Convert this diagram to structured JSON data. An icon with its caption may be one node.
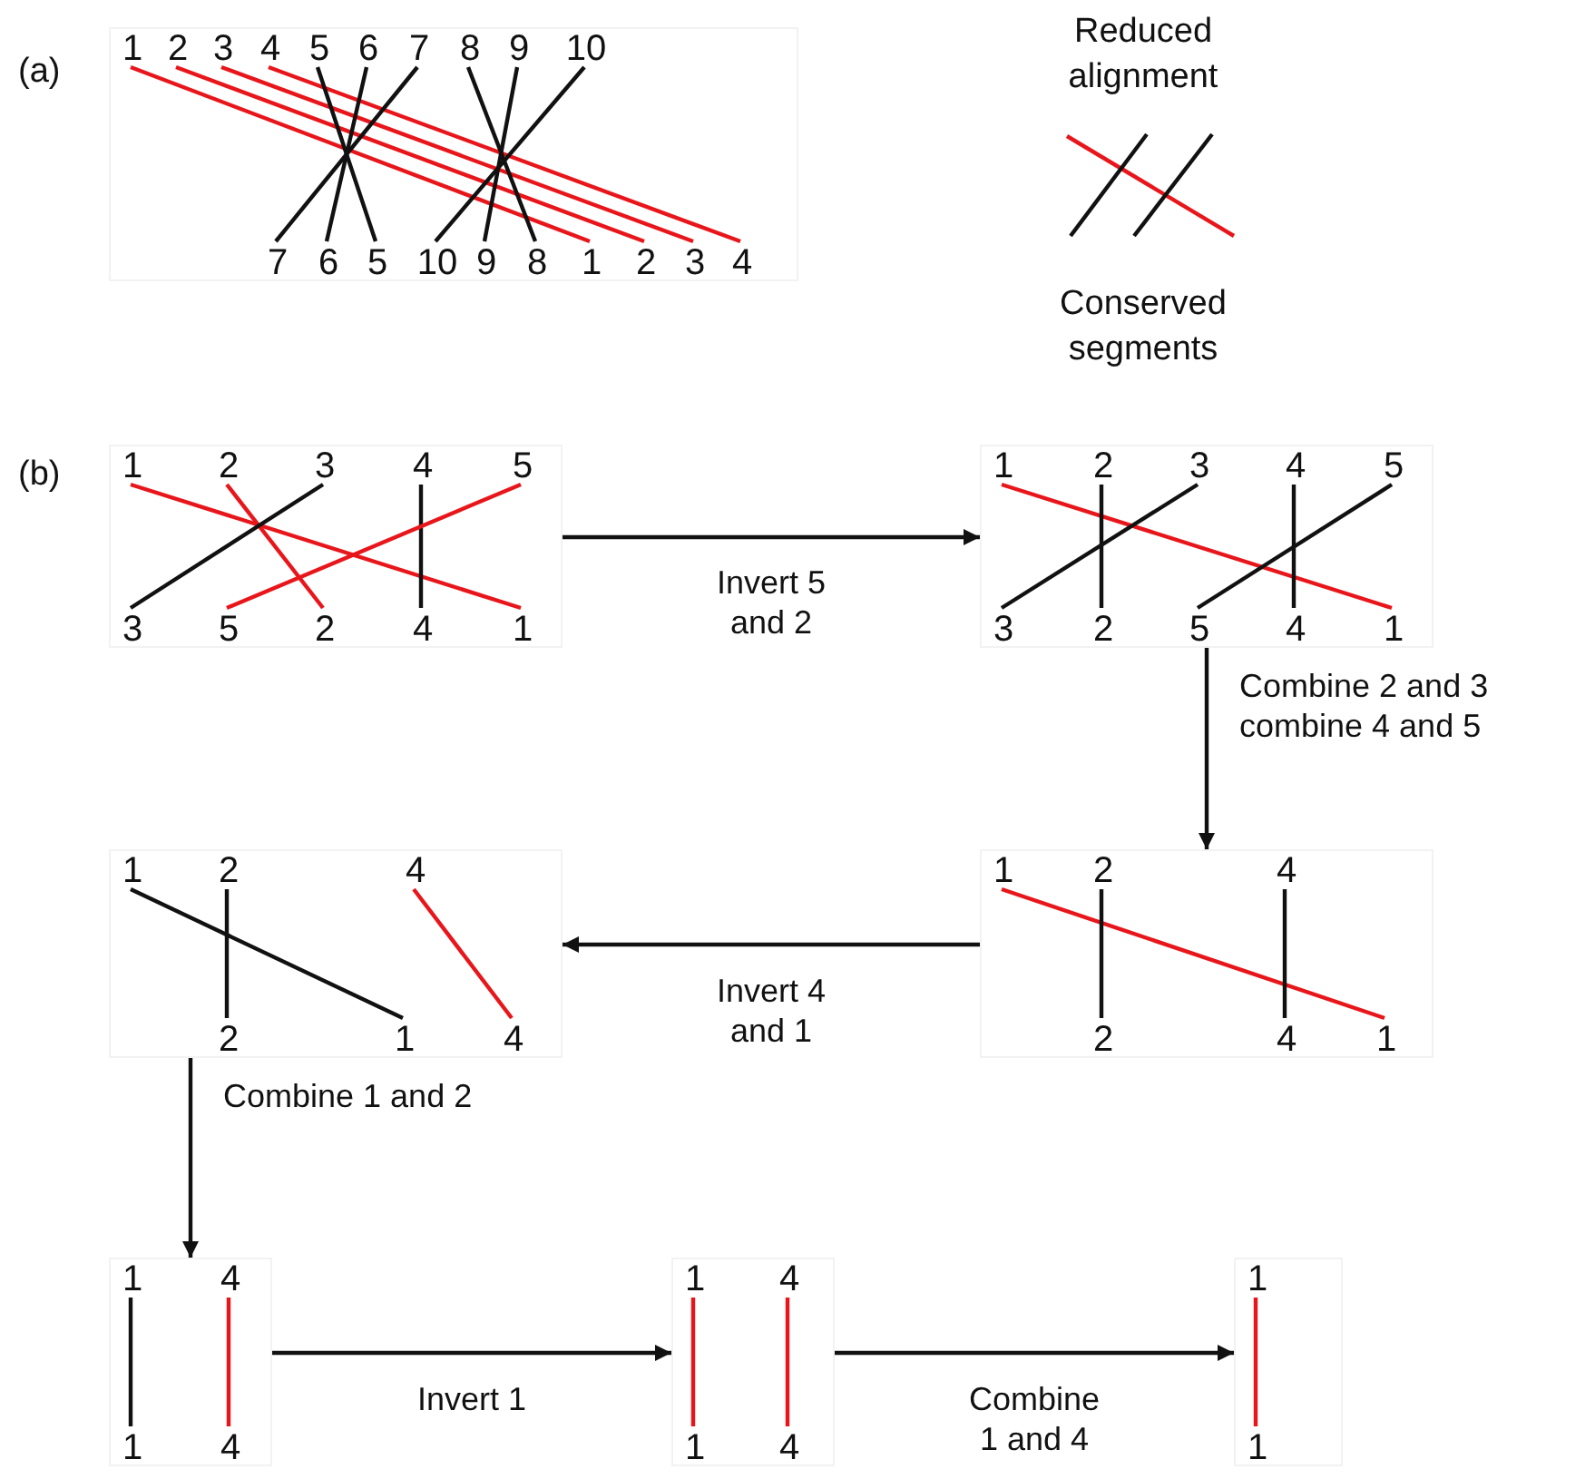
{
  "diagram": {
    "nodes": [
      {
        "text": [],
        "shape": "box"
      },
      {
        "text": [
          "1"
        ],
        "in": 0
      },
      {
        "text": [
          "2"
        ],
        "in": 0
      },
      {
        "text": [
          "3"
        ],
        "in": 0
      },
      {
        "text": [
          "4"
        ],
        "in": 0
      },
      {
        "text": [
          "5"
        ],
        "in": 0
      },
      {
        "text": [
          "6"
        ],
        "in": 0
      },
      {
        "text": [
          "7"
        ],
        "in": 0
      },
      {
        "text": [
          "8"
        ],
        "in": 0
      },
      {
        "text": [
          "9"
        ],
        "in": 0
      },
      {
        "text": [
          "10"
        ],
        "in": 0
      },
      {
        "text": [
          "7"
        ],
        "in": 0
      },
      {
        "text": [
          "6"
        ],
        "in": 0
      },
      {
        "text": [
          "5"
        ],
        "in": 0
      },
      {
        "text": [
          "10"
        ],
        "in": 0
      },
      {
        "text": [
          "9"
        ],
        "in": 0
      },
      {
        "text": [
          "8"
        ],
        "in": 0
      },
      {
        "text": [
          "1"
        ],
        "in": 0
      },
      {
        "text": [
          "2"
        ],
        "in": 0
      },
      {
        "text": [
          "3"
        ],
        "in": 0
      },
      {
        "text": [
          "4"
        ],
        "in": 0
      },
      {
        "text": [],
        "shape": "box"
      },
      {
        "text": [
          "1"
        ],
        "in": 21
      },
      {
        "text": [
          "2"
        ],
        "in": 21
      },
      {
        "text": [
          "3"
        ],
        "in": 21
      },
      {
        "text": [
          "4"
        ],
        "in": 21
      },
      {
        "text": [
          "5"
        ],
        "in": 21
      },
      {
        "text": [
          "3"
        ],
        "in": 21
      },
      {
        "text": [
          "5"
        ],
        "in": 21
      },
      {
        "text": [
          "2"
        ],
        "in": 21
      },
      {
        "text": [
          "4"
        ],
        "in": 21
      },
      {
        "text": [
          "1"
        ],
        "in": 21
      },
      {
        "text": [],
        "shape": "box"
      },
      {
        "text": [
          "1"
        ],
        "in": 32
      },
      {
        "text": [
          "2"
        ],
        "in": 32
      },
      {
        "text": [
          "3"
        ],
        "in": 32
      },
      {
        "text": [
          "4"
        ],
        "in": 32
      },
      {
        "text": [
          "5"
        ],
        "in": 32
      },
      {
        "text": [
          "3"
        ],
        "in": 32
      },
      {
        "text": [
          "2"
        ],
        "in": 32
      },
      {
        "text": [
          "5"
        ],
        "in": 32
      },
      {
        "text": [
          "4"
        ],
        "in": 32
      },
      {
        "text": [
          "1"
        ],
        "in": 32
      },
      {
        "text": [],
        "shape": "box"
      },
      {
        "text": [
          "1"
        ],
        "in": 43
      },
      {
        "text": [
          "2"
        ],
        "in": 43
      },
      {
        "text": [
          "4"
        ],
        "in": 43
      },
      {
        "text": [
          "2"
        ],
        "in": 43
      },
      {
        "text": [
          "4"
        ],
        "in": 43
      },
      {
        "text": [
          "1"
        ],
        "in": 43
      },
      {
        "text": [],
        "shape": "box"
      },
      {
        "text": [
          "1"
        ],
        "in": 50
      },
      {
        "text": [
          "2"
        ],
        "in": 50
      },
      {
        "text": [
          "4"
        ],
        "in": 50
      },
      {
        "text": [
          "2"
        ],
        "in": 50
      },
      {
        "text": [
          "1"
        ],
        "in": 50
      },
      {
        "text": [
          "4"
        ],
        "in": 50
      },
      {
        "text": [],
        "shape": "box"
      },
      {
        "text": [
          "1"
        ],
        "in": 57
      },
      {
        "text": [
          "4"
        ],
        "in": 57
      },
      {
        "text": [
          "1"
        ],
        "in": 57
      },
      {
        "text": [
          "4"
        ],
        "in": 57
      },
      {
        "text": [],
        "shape": "box"
      },
      {
        "text": [
          "1"
        ],
        "in": 62
      },
      {
        "text": [
          "4"
        ],
        "in": 62
      },
      {
        "text": [
          "1"
        ],
        "in": 62
      },
      {
        "text": [
          "4"
        ],
        "in": 62
      },
      {
        "text": [],
        "shape": "box"
      },
      {
        "text": [
          "1"
        ],
        "in": 67
      },
      {
        "text": [
          "1"
        ],
        "in": 67
      }
    ],
    "edges": [
      {
        "from": 1,
        "to": 17,
        "arrow": "none",
        "color": "#e8161b"
      },
      {
        "from": 2,
        "to": 18,
        "arrow": "none",
        "color": "#e8161b"
      },
      {
        "from": 3,
        "to": 19,
        "arrow": "none",
        "color": "#e8161b"
      },
      {
        "from": 4,
        "to": 20,
        "arrow": "none",
        "color": "#e8161b"
      },
      {
        "from": 5,
        "to": 13,
        "arrow": "none"
      },
      {
        "from": 6,
        "to": 12,
        "arrow": "none"
      },
      {
        "from": 7,
        "to": 11,
        "arrow": "none"
      },
      {
        "from": 8,
        "to": 16,
        "arrow": "none"
      },
      {
        "from": 9,
        "to": 15,
        "arrow": "none"
      },
      {
        "from": 10,
        "to": 14,
        "arrow": "none"
      },
      {
        "from": 22,
        "to": 31,
        "arrow": "none",
        "color": "#e8161b"
      },
      {
        "from": 23,
        "to": 29,
        "arrow": "none",
        "color": "#e8161b"
      },
      {
        "from": 24,
        "to": 27,
        "arrow": "none"
      },
      {
        "from": 25,
        "to": 30,
        "arrow": "none"
      },
      {
        "from": 26,
        "to": 28,
        "arrow": "none",
        "color": "#e8161b"
      },
      {
        "from": 33,
        "to": 42,
        "arrow": "none",
        "color": "#e8161b"
      },
      {
        "from": 34,
        "to": 39,
        "arrow": "none"
      },
      {
        "from": 35,
        "to": 38,
        "arrow": "none"
      },
      {
        "from": 36,
        "to": 41,
        "arrow": "none"
      },
      {
        "from": 37,
        "to": 40,
        "arrow": "none"
      },
      {
        "from": 44,
        "to": 49,
        "arrow": "none",
        "color": "#e8161b"
      },
      {
        "from": 45,
        "to": 47,
        "arrow": "none"
      },
      {
        "from": 46,
        "to": 48,
        "arrow": "none"
      },
      {
        "from": 51,
        "to": 55,
        "arrow": "none"
      },
      {
        "from": 52,
        "to": 54,
        "arrow": "none"
      },
      {
        "from": 53,
        "to": 56,
        "arrow": "none",
        "color": "#e8161b"
      },
      {
        "from": 58,
        "to": 60,
        "arrow": "none"
      },
      {
        "from": 59,
        "to": 61,
        "arrow": "none",
        "color": "#e8161b"
      },
      {
        "from": 63,
        "to": 65,
        "arrow": "none",
        "color": "#e8161b"
      },
      {
        "from": 64,
        "to": 66,
        "arrow": "none",
        "color": "#e8161b"
      },
      {
        "from": 68,
        "to": 69,
        "arrow": "none",
        "color": "#e8161b"
      },
      {
        "from": 21,
        "to": 32,
        "arrow": "to",
        "label": "Invert 5 and 2"
      },
      {
        "from": 32,
        "to": 43,
        "arrow": "to",
        "label": "Combine 2 and 3 combine 4 and 5"
      },
      {
        "from": 43,
        "to": 50,
        "arrow": "to",
        "label": "Invert 4 and 1"
      },
      {
        "from": 50,
        "to": 57,
        "arrow": "to",
        "label": "Combine 1 and 2"
      },
      {
        "from": 57,
        "to": 62,
        "arrow": "to",
        "label": "Invert 1"
      },
      {
        "from": 62,
        "to": 67,
        "arrow": "to",
        "label": "Combine 1 and 4"
      }
    ],
    "labels": [
      "(a)",
      "(b)"
    ],
    "legend": [
      {
        "text": "Reduced alignment"
      },
      {
        "text": "Conserved segments"
      }
    ]
  }
}
